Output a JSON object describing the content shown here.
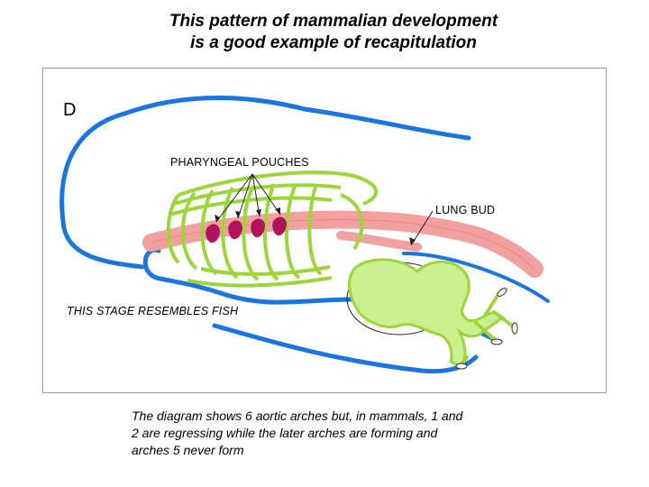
{
  "title": {
    "line1": "This pattern of mammalian development",
    "line2": "is a good example of recapitulation"
  },
  "figure": {
    "panel_label": "D",
    "labels": {
      "pharyngeal_pouches": "PHARYNGEAL POUCHES",
      "lung_bud": "LUNG BUD",
      "stage_note": "THIS STAGE RESEMBLES  FISH"
    },
    "colors": {
      "outline": "#1b75e0",
      "arches": "#9dd63a",
      "foregut": "#f2a0a0",
      "pouches": "#b3125a",
      "gut_fill": "#c9ef8f"
    }
  },
  "caption": {
    "line1": "The diagram shows 6 aortic arches but, in mammals, 1 and",
    "line2": "2 are regressing while the later arches are forming and",
    "line3": "arches 5 never form"
  }
}
